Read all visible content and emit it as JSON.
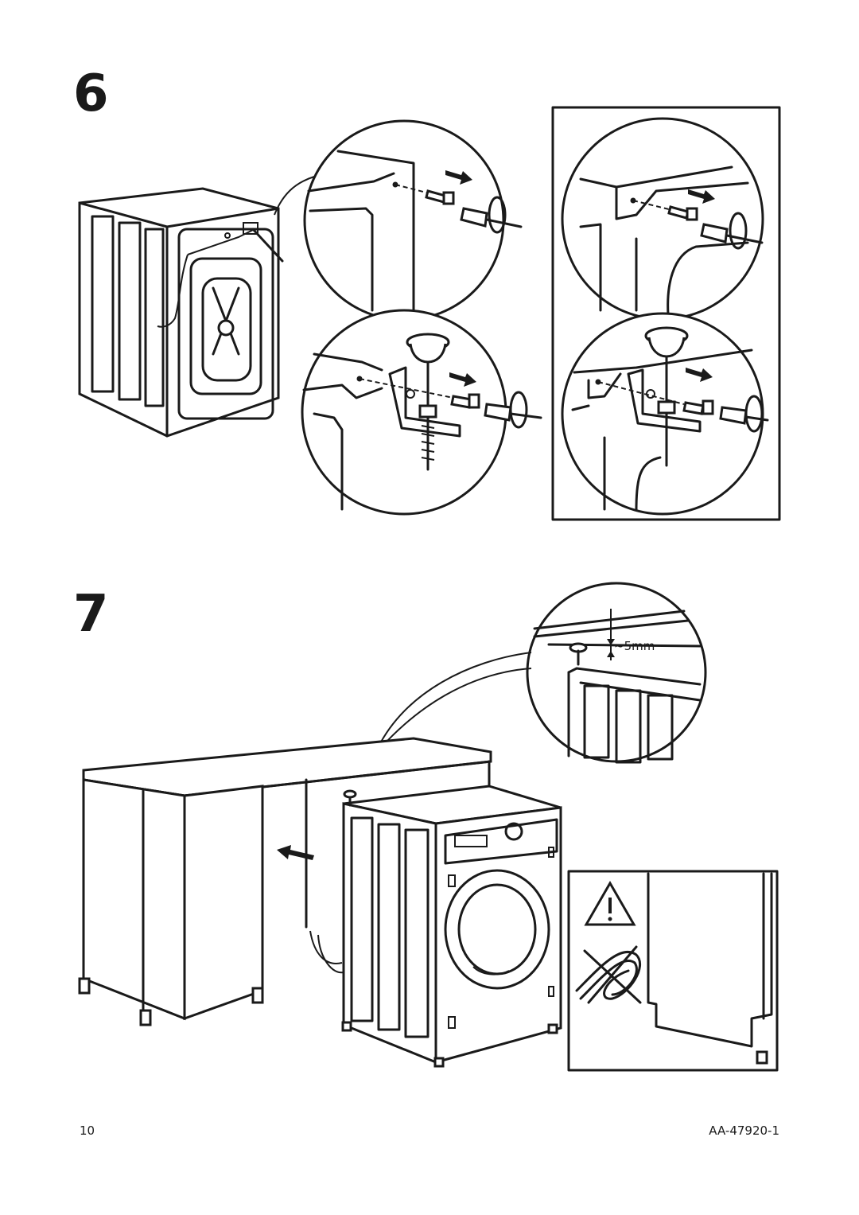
{
  "steps": {
    "six": "6",
    "seven": "7"
  },
  "gap_label": "~5mm",
  "footer": {
    "page_number": "10",
    "document_code": "AA-47920-1"
  },
  "icons": [
    "washing-machine",
    "screw",
    "screwdriver",
    "rotation-arrow",
    "direction-arrow",
    "warning-triangle",
    "kinked-hose-crossed"
  ]
}
